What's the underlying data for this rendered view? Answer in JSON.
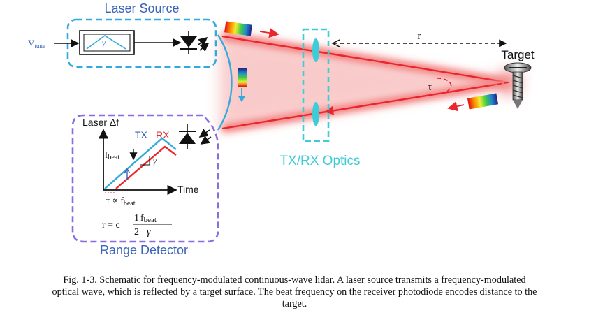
{
  "laser_source": {
    "title": "Laser Source",
    "vtune_main": "V",
    "vtune_sub": "tune",
    "ramp_symbol": "γ"
  },
  "range_detector": {
    "title": "Range Detector",
    "axis_y": "Laser Δf",
    "axis_x": "Time",
    "tx": "TX",
    "rx": "RX",
    "fbeat": "f",
    "fbeat_sub": "beat",
    "gamma": "γ",
    "tau_prop": "τ ∝ f",
    "tau_prop_sub": "beat",
    "eq_lhs": "r = c",
    "eq_num": "1",
    "eq_den": "2",
    "eq_f": "f",
    "eq_f_sub": "beat",
    "eq_gamma": "γ"
  },
  "optics": {
    "label": "TX/RX Optics"
  },
  "target": {
    "label": "Target",
    "distance": "r",
    "delay": "τ"
  },
  "caption": {
    "line1": "Fig. 1-3.  Schematic for frequency-modulated continuous-wave lidar. A laser source transmits a frequency-modulated",
    "line2": "optical wave, which is reflected by a target surface. The beat frequency on the receiver photodiode encodes distance to the",
    "line3": "target."
  },
  "colors": {
    "box_blue": "#33aadd",
    "box_purple": "#8a6ee0",
    "beam_red": "#e8262b",
    "return_dash": "#e8262b",
    "optics": "#3ccdd8",
    "title_blue": "#3b63b8"
  }
}
